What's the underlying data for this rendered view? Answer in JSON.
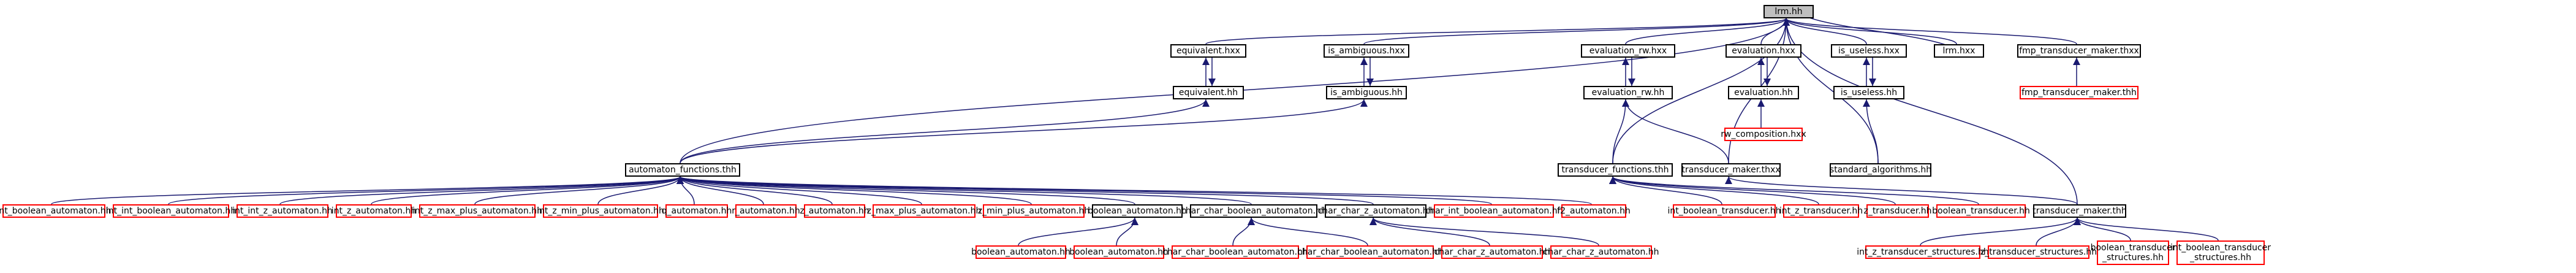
{
  "nodes": {
    "lrm_hh": "lrm.hh",
    "equivalent_hxx": "equivalent.hxx",
    "is_ambiguous_hxx": "is_ambiguous.hxx",
    "evaluation_rw_hxx": "evaluation_rw.hxx",
    "evaluation_hxx": "evaluation.hxx",
    "is_useless_hxx": "is_useless.hxx",
    "lrm_hxx": "lrm.hxx",
    "fmp_transducer_maker_thxx": "fmp_transducer_maker.thxx",
    "equivalent_hh": "equivalent.hh",
    "is_ambiguous_hh": "is_ambiguous.hh",
    "evaluation_rw_hh": "evaluation_rw.hh",
    "evaluation_hh": "evaluation.hh",
    "is_useless_hh": "is_useless.hh",
    "fmp_transducer_maker_thh": "fmp_transducer_maker.thh",
    "rw_composition_hxx": "rw_composition.hxx",
    "automaton_functions_thh": "automaton_functions.thh",
    "transducer_functions_thh": "transducer_functions.thh",
    "transducer_maker_thxx": "transducer_maker.thxx",
    "standard_algorithms_hh": "standard_algorithms.hh",
    "int_boolean_automaton_hh": "int_boolean_automaton.hh",
    "int_int_boolean_automaton_hh": "int_int_boolean_automaton.hh",
    "int_int_z_automaton_hh": "int_int_z_automaton.hh",
    "int_z_automaton_hh": "int_z_automaton.hh",
    "int_z_max_plus_automaton_hh": "int_z_max_plus_automaton.hh",
    "int_z_min_plus_automaton_hh": "int_z_min_plus_automaton.hh",
    "q_automaton_hh": "q_automaton.hh",
    "r_automaton_hh": "r_automaton.hh",
    "z_automaton_hh": "z_automaton.hh",
    "z_max_plus_automaton_hh": "z_max_plus_automaton.hh",
    "z_min_plus_automaton_hh": "z_min_plus_automaton.hh",
    "boolean_automaton_hh": "boolean_automaton.hh",
    "char_char_boolean_automaton_hh": "char_char_boolean_automaton.hh",
    "char_char_z_automaton_hh": "char_char_z_automaton.hh",
    "char_int_boolean_automaton_hh": "char_int_boolean_automaton.hh",
    "f2_automaton_hh": "f2_automaton.hh",
    "int_boolean_transducer_hh": "int_boolean_transducer.hh",
    "int_z_transducer_hh": "int_z_transducer.hh",
    "z_transducer_hh": "z_transducer.hh",
    "boolean_transducer_hh": "boolean_transducer.hh",
    "transducer_maker_thh": "transducer_maker.thh",
    "boolean_automaton_hh_a": "boolean_automaton.hh",
    "boolean_automaton_hh_b": "boolean_automaton.hh",
    "char_char_boolean_automaton_hh_a": "char_char_boolean_automaton.hh",
    "char_char_boolean_automaton_hh_b": "char_char_boolean_automaton.hh",
    "char_char_z_automaton_hh_a": "char_char_z_automaton.hh",
    "char_char_z_automaton_hh_b": "char_char_z_automaton.hh",
    "int_z_transducer_structures_hh": "int_z_transducer_structures.hh",
    "z_transducer_structures_hh": "z_transducer_structures.hh",
    "boolean_transducer_structures_hh": "boolean_transducer _structures.hh",
    "int_boolean_transducer_structures_hh": "int_boolean_transducer _structures.hh"
  },
  "colors": {
    "root_fill": "#bfbfbf",
    "normal_border": "#000000",
    "leaf_border": "#ff0000",
    "edge_color": "#191970"
  }
}
